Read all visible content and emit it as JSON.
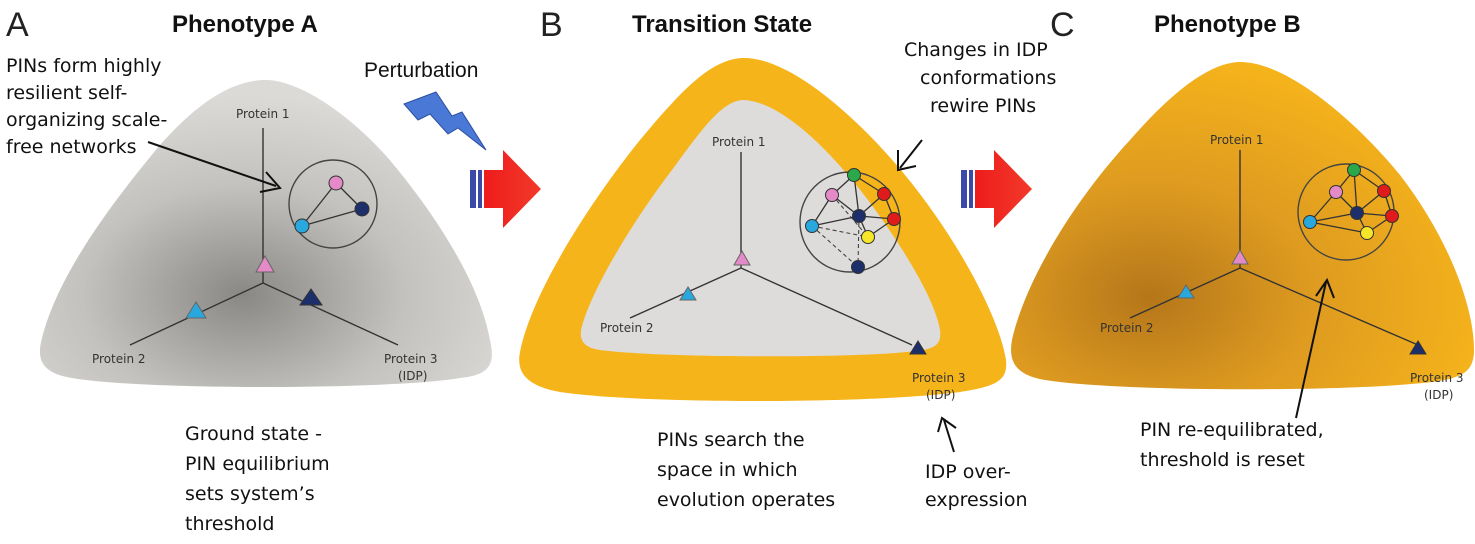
{
  "colors": {
    "grey_fill": "#d8d6d3",
    "grey_center": "#8a8884",
    "orange_outer": "#f6b41b",
    "orange_center": "#b5761a",
    "inner_grey": "#dddcda",
    "arrow_red": "#ee1c1c",
    "arrow_blue_stripes": "#3b4aa8",
    "lightning_blue": "#4a78d6",
    "protein1_pink": "#e58ac8",
    "protein2_cyan": "#29a8df",
    "protein3_navy": "#1d2f6b",
    "node_green": "#2aa84a",
    "node_red": "#e01b1b",
    "node_yellow": "#f5e62a"
  },
  "perturbation_label": "Perturbation",
  "panels": [
    {
      "letter": "A",
      "title": "Phenotype A",
      "protein1": "Protein 1",
      "protein2": "Protein 2",
      "protein3": "Protein 3",
      "protein3_sub": "(IDP)",
      "note_top": [
        "PINs form highly",
        "resilient self-",
        "organizing scale-",
        "free networks"
      ],
      "note_bottom": [
        "Ground state -",
        "PIN equilibrium",
        "sets system’s",
        "threshold"
      ]
    },
    {
      "letter": "B",
      "title": "Transition State",
      "protein1": "Protein 1",
      "protein2": "Protein 2",
      "protein3": "Protein 3",
      "protein3_sub": "(IDP)",
      "note_top": [
        "Changes in IDP",
        "conformations",
        "rewire PINs"
      ],
      "note_bottom": [
        "PINs search the",
        "space in which",
        "evolution operates"
      ],
      "note_side": [
        "IDP over-",
        "expression"
      ]
    },
    {
      "letter": "C",
      "title": "Phenotype B",
      "protein1": "Protein 1",
      "protein2": "Protein 2",
      "protein3": "Protein 3",
      "protein3_sub": "(IDP)",
      "note_bottom": [
        "PIN re-equilibrated,",
        "threshold is reset"
      ]
    }
  ],
  "icons": [
    "lightning-icon",
    "transition-arrow-icon"
  ]
}
